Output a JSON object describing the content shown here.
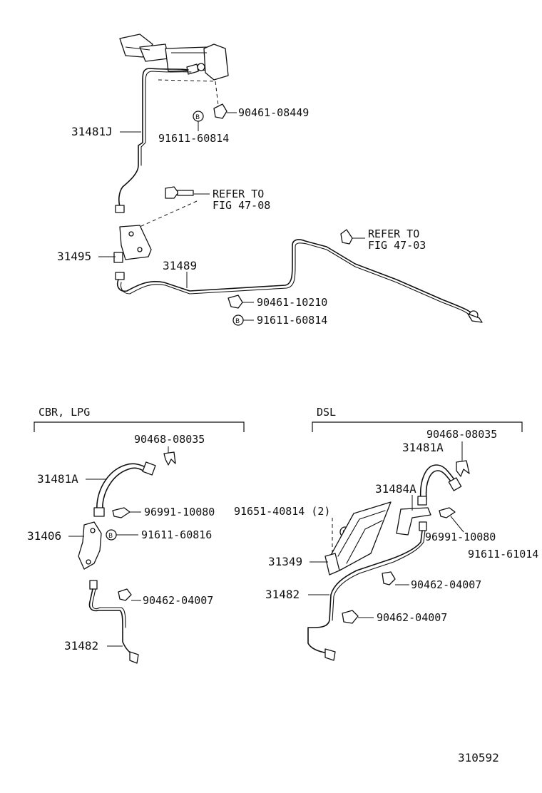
{
  "upper": {
    "p_31481J": "31481J",
    "p_90461_08449": "90461-08449",
    "p_91611_60814_a": "91611-60814",
    "refer_a_l1": "REFER TO",
    "refer_a_l2": "FIG 47-08",
    "p_31495": "31495",
    "p_31489": "31489",
    "refer_b_l1": "REFER TO",
    "refer_b_l2": "FIG 47-03",
    "p_90461_10210": "90461-10210",
    "p_91611_60814_b": "91611-60814"
  },
  "cbr": {
    "header": "CBR, LPG",
    "p_90468_08035": "90468-08035",
    "p_31481A": "31481A",
    "p_96991_10080": "96991-10080",
    "p_31406": "31406",
    "p_91611_60816": "91611-60816",
    "p_90462_04007": "90462-04007",
    "p_31482": "31482"
  },
  "dsl": {
    "header": "DSL",
    "p_90468_08035": "90468-08035",
    "p_31481A": "31481A",
    "p_31484A": "31484A",
    "p_91651_40814": "91651-40814 (2)",
    "p_96991_10080": "96991-10080",
    "p_91611_61014": "91611-61014",
    "p_31349": "31349",
    "p_90462_04007_a": "90462-04007",
    "p_31482": "31482",
    "p_90462_04007_b": "90462-04007"
  },
  "figure_number": "310592"
}
